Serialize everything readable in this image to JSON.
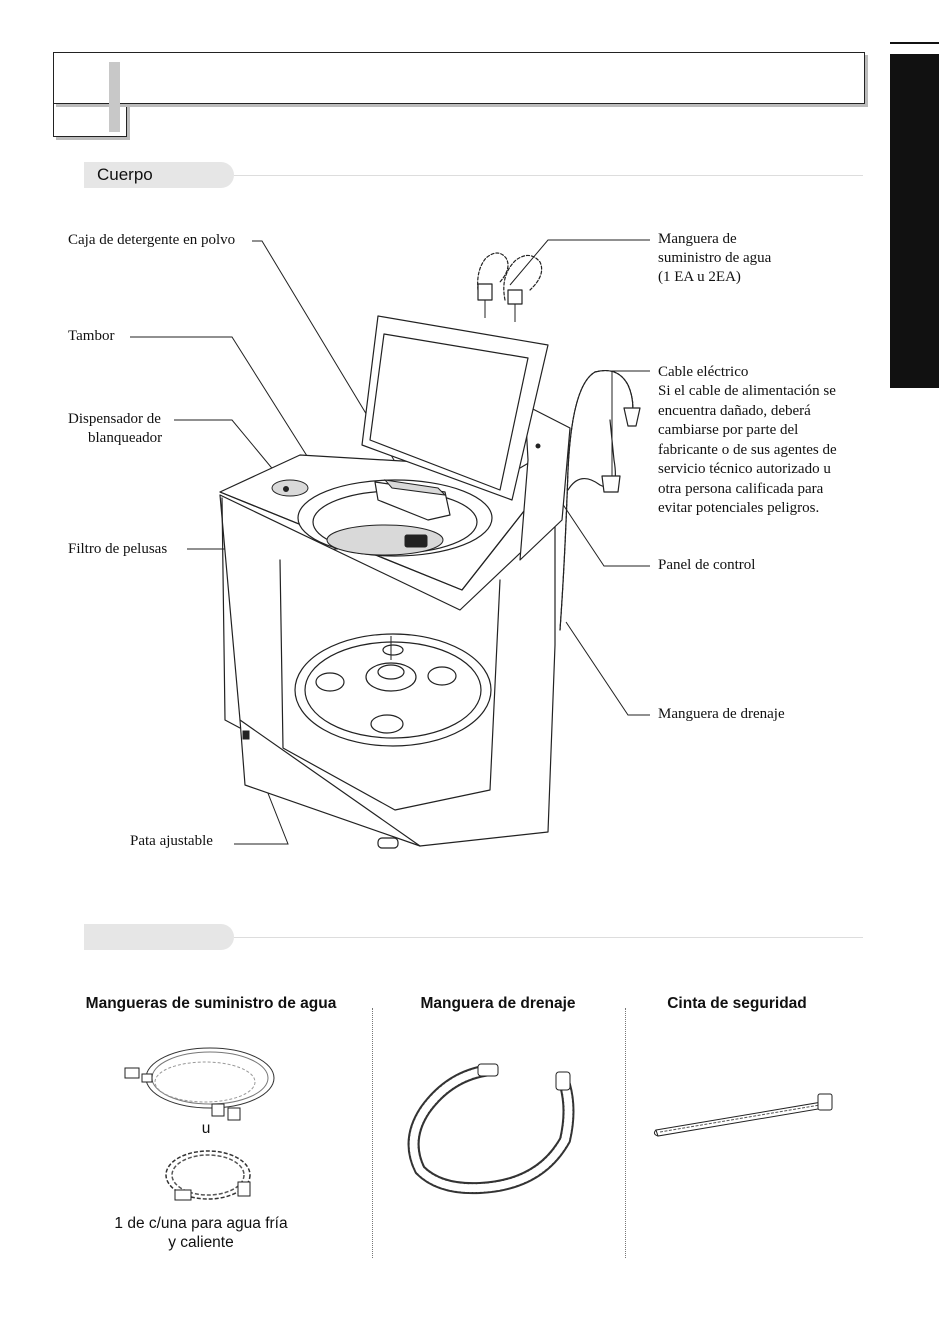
{
  "sections": {
    "body_label": "Cuerpo",
    "accessories_label": ""
  },
  "callouts": {
    "detergent_box": "Caja de detergente en polvo",
    "drum": "Tambor",
    "bleach_line1": "Dispensador de",
    "bleach_line2": "blanqueador",
    "lint_filter": "Filtro de pelusas",
    "adjustable_leg": "Pata ajustable",
    "supply_hose_line1": "Manguera de",
    "supply_hose_line2": "suministro de agua",
    "supply_hose_line3": "(1 EA u 2EA)",
    "power_cord_title": "Cable eléctrico",
    "power_cord_note": [
      "Si el cable de alimentación se",
      "encuentra dañado, deberá",
      "cambiarse por parte del",
      "fabricante o de sus agentes de",
      "servicio técnico autorizado u",
      "otra persona calificada para",
      "evitar potenciales peligros."
    ],
    "control_panel": "Panel de control",
    "drain_hose": "Manguera de drenaje"
  },
  "accessories": {
    "supply_hoses_title": "Mangueras de suministro de agua",
    "or_text": "u",
    "supply_caption_line1": "1 de c/una para agua fría",
    "supply_caption_line2": "y caliente",
    "drain_hose_title": "Manguera de drenaje",
    "safety_strap_title": "Cinta de seguridad"
  }
}
